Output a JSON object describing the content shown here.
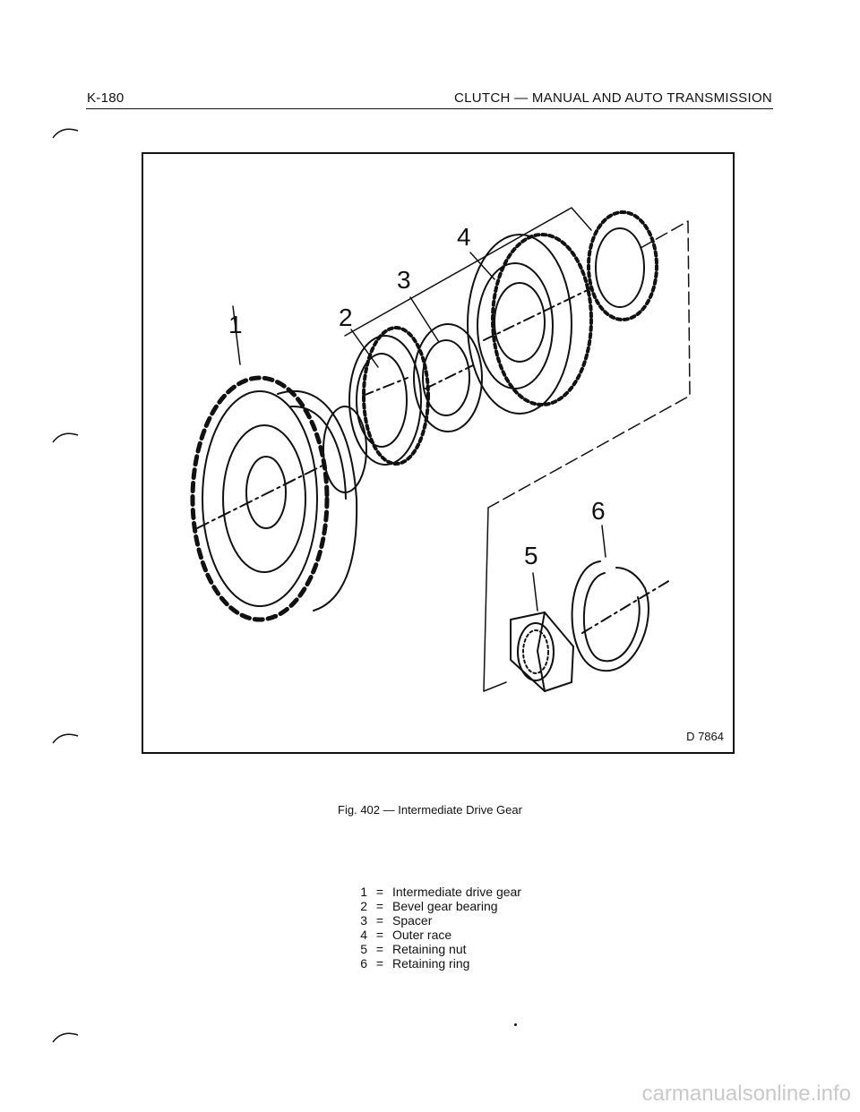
{
  "header": {
    "page_number": "K-180",
    "section_title": "CLUTCH — MANUAL AND AUTO TRANSMISSION"
  },
  "figure": {
    "callouts": [
      "1",
      "2",
      "3",
      "4",
      "5",
      "6"
    ],
    "drawing_number": "D 7864",
    "caption": "Fig. 402 — Intermediate Drive Gear"
  },
  "legend": [
    {
      "num": "1",
      "text": "Intermediate drive gear"
    },
    {
      "num": "2",
      "text": "Bevel gear bearing"
    },
    {
      "num": "3",
      "text": "Spacer"
    },
    {
      "num": "4",
      "text": "Outer race"
    },
    {
      "num": "5",
      "text": "Retaining nut"
    },
    {
      "num": "6",
      "text": "Retaining ring"
    }
  ],
  "footer": {
    "watermark": "carmanualsonline.info"
  }
}
